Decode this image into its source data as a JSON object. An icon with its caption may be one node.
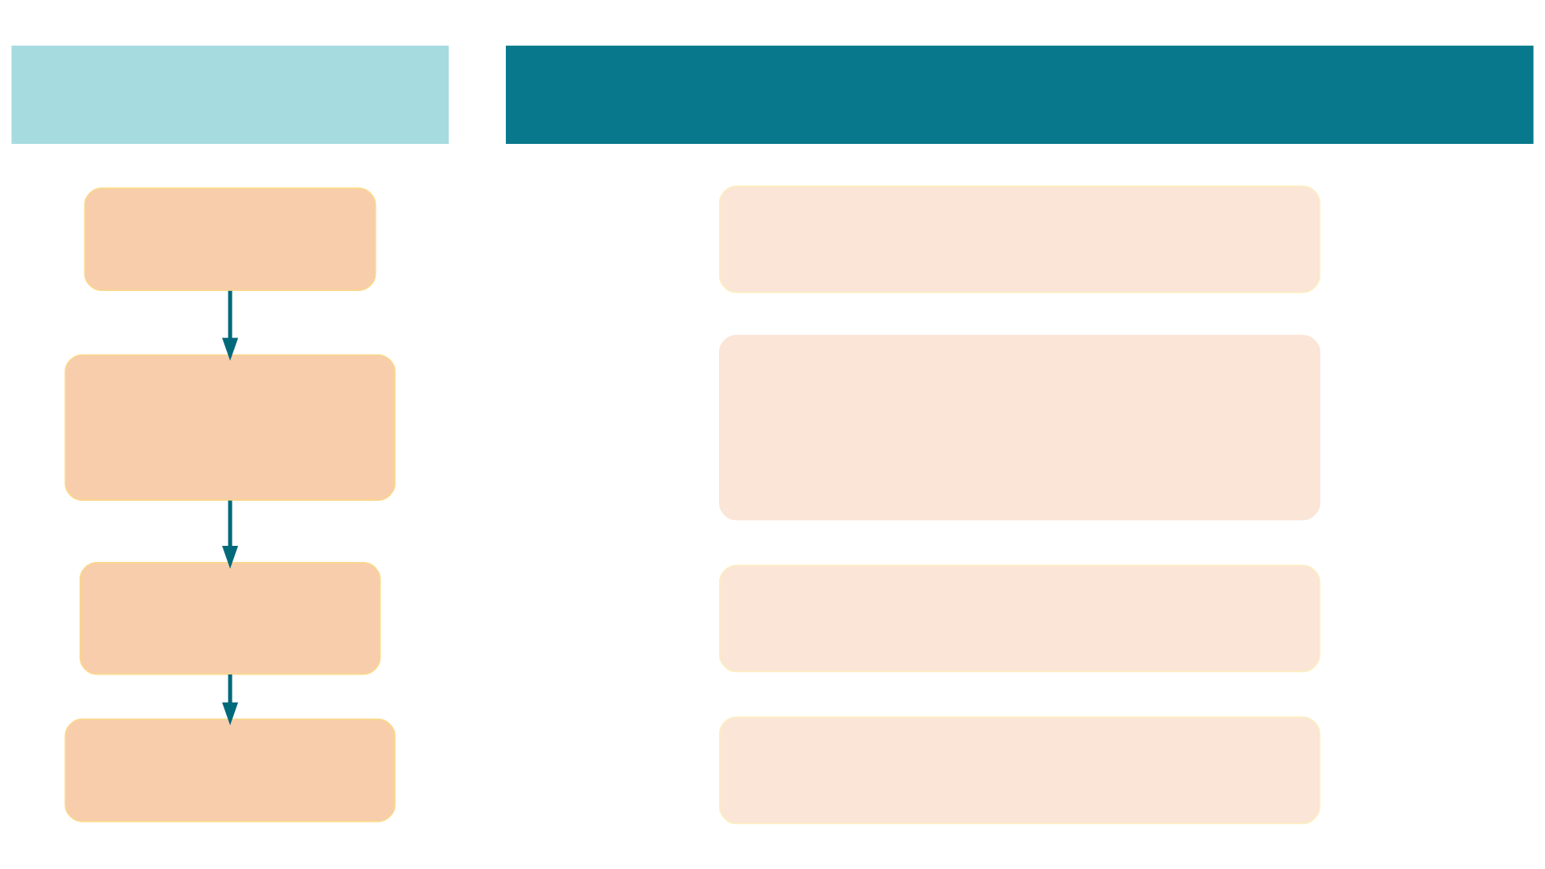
{
  "diagram": {
    "nodes": [
      {
        "text": [],
        "shape": "bar"
      },
      {
        "text": [],
        "shape": "bar"
      },
      {
        "text": [],
        "shape": "box"
      },
      {
        "text": [],
        "shape": "box"
      },
      {
        "text": [],
        "shape": "box"
      },
      {
        "text": [],
        "shape": "box"
      },
      {
        "text": [],
        "shape": "box"
      },
      {
        "text": [],
        "shape": "box"
      },
      {
        "text": [],
        "shape": "box"
      },
      {
        "text": [],
        "shape": "box"
      }
    ],
    "edges": [
      {
        "from": 2,
        "to": 3,
        "arrow": "to"
      },
      {
        "from": 3,
        "to": 4,
        "arrow": "to"
      },
      {
        "from": 4,
        "to": 5,
        "arrow": "to"
      }
    ]
  }
}
